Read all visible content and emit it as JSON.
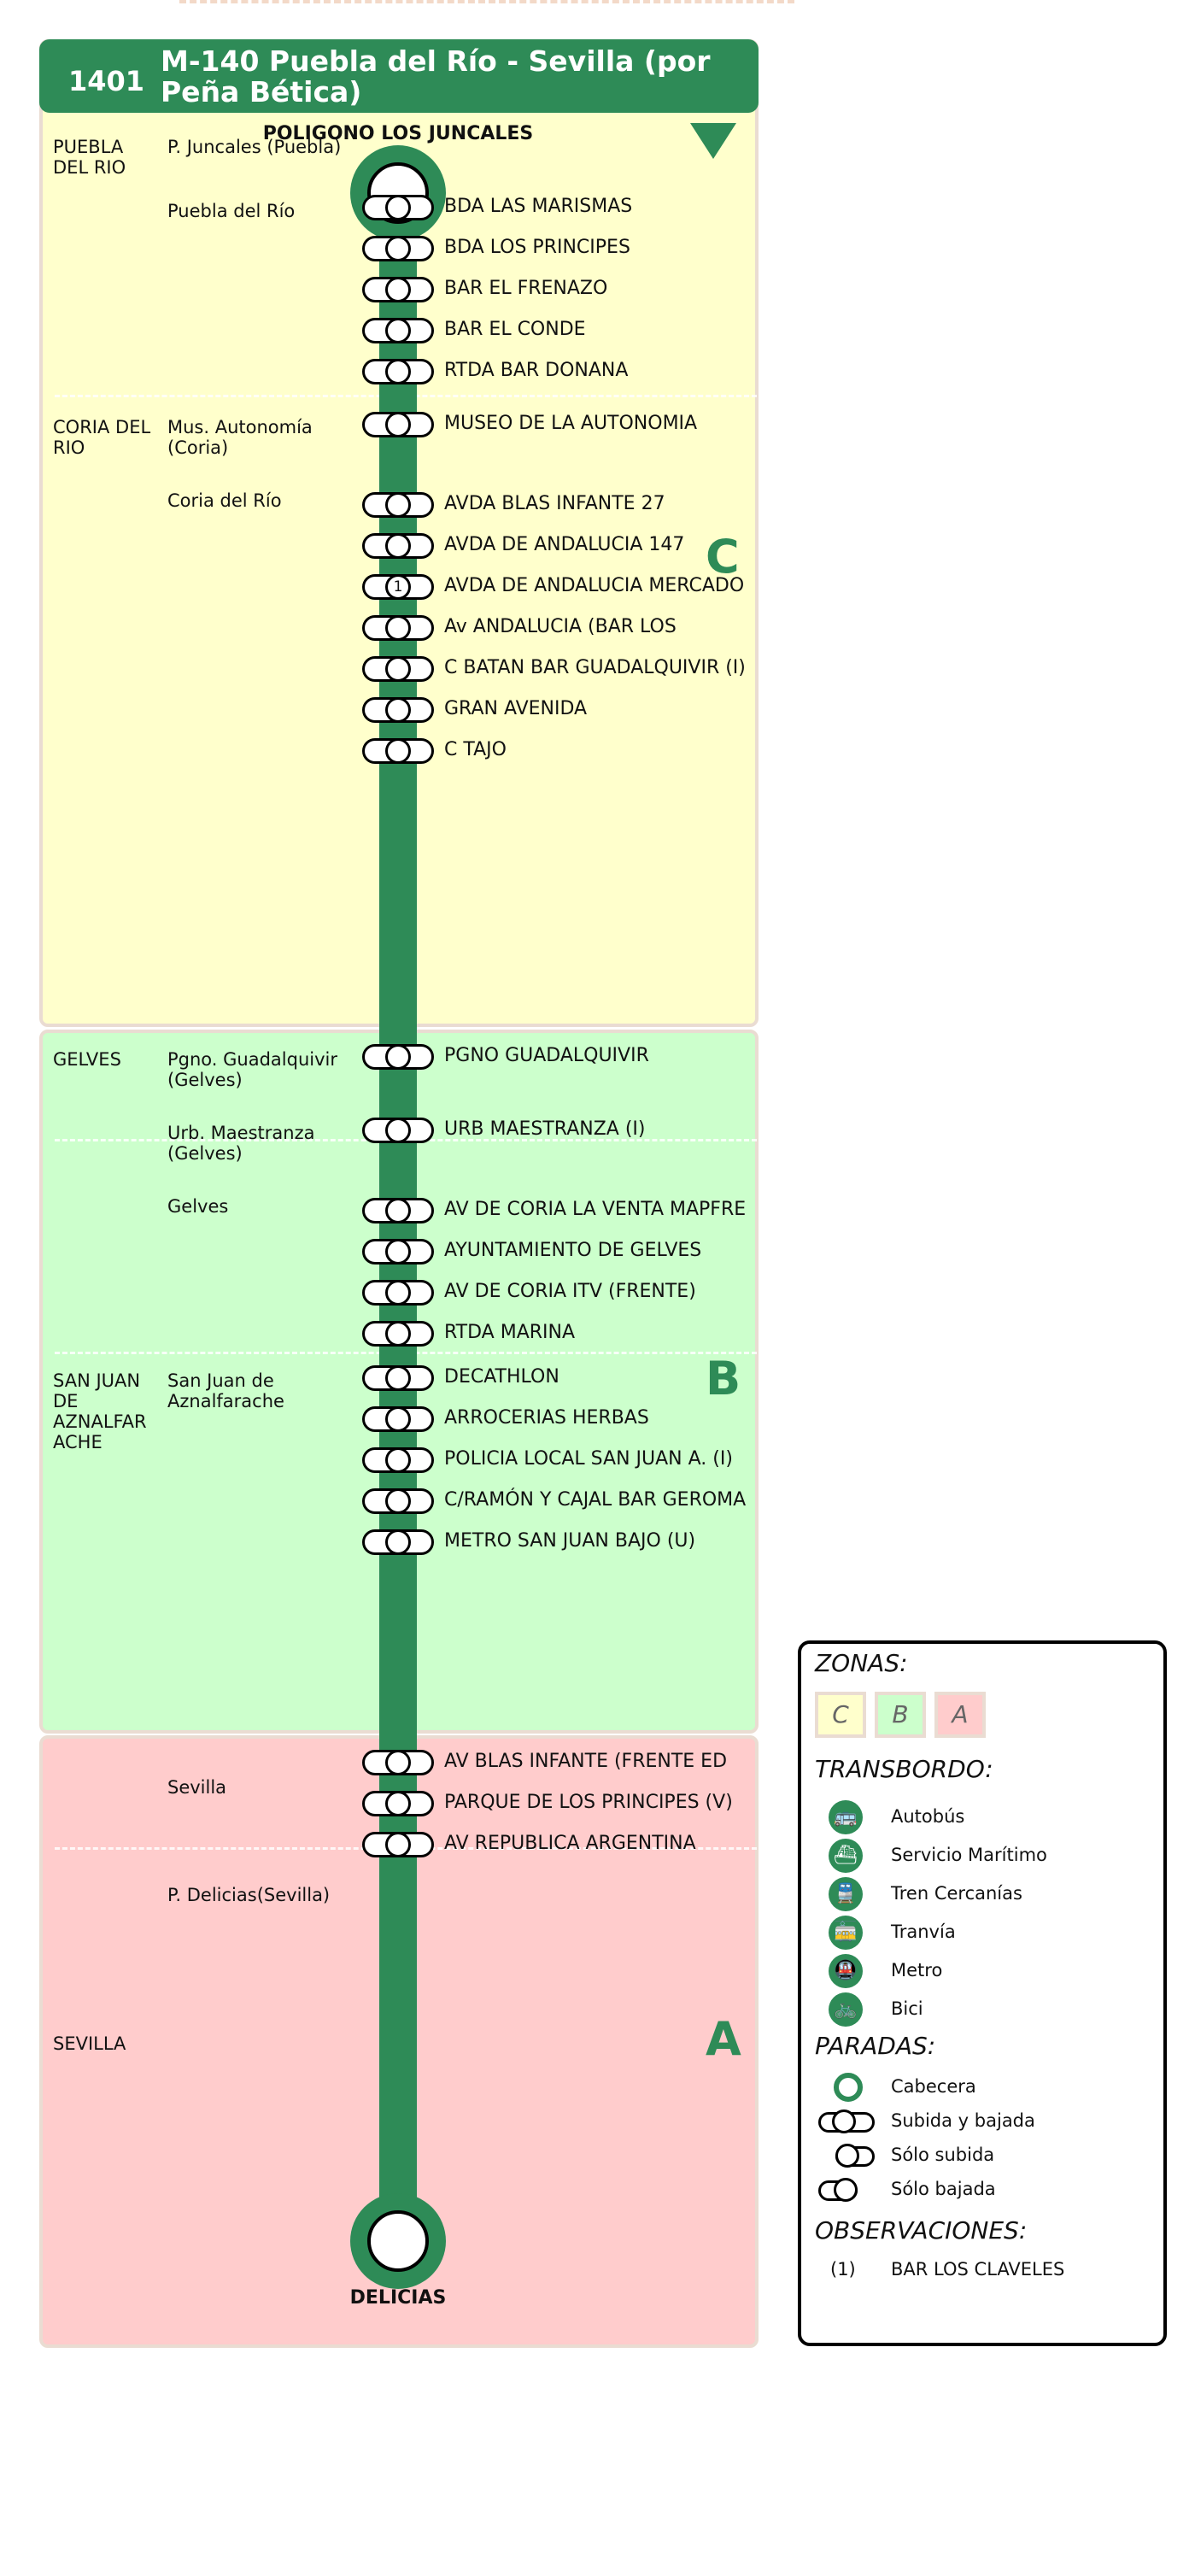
{
  "route": {
    "code": "1401",
    "title": "M-140  Puebla del Río - Sevilla (por Peña Bética)"
  },
  "terminals": {
    "origin": "POLIGONO LOS JUNCALES",
    "destination": "DELICIAS"
  },
  "zones": [
    {
      "letter": "C",
      "color": "#ffffcc"
    },
    {
      "letter": "B",
      "color": "#ccffcc"
    },
    {
      "letter": "A",
      "color": "#ffcccc"
    }
  ],
  "municipalities": [
    {
      "name": "PUEBLA DEL RIO"
    },
    {
      "name": "CORIA DEL RIO"
    },
    {
      "name": "GELVES"
    },
    {
      "name": "SAN JUAN DE AZNALFAR ACHE"
    },
    {
      "name": "SEVILLA"
    }
  ],
  "nucleos": [
    {
      "name": "P. Juncales (Puebla)"
    },
    {
      "name": "Puebla del Río"
    },
    {
      "name": "Mus. Autonomía (Coria)"
    },
    {
      "name": "Coria del Río"
    },
    {
      "name": "Pgno. Guadalquivir (Gelves)"
    },
    {
      "name": "Urb. Maestranza (Gelves)"
    },
    {
      "name": "Gelves"
    },
    {
      "name": "San Juan de Aznalfarache"
    },
    {
      "name": "Sevilla"
    },
    {
      "name": "P. Delicias(Sevilla)"
    }
  ],
  "stops": [
    {
      "name": "BDA LAS MARISMAS",
      "note": ""
    },
    {
      "name": "BDA LOS PRINCIPES",
      "note": ""
    },
    {
      "name": "BAR EL FRENAZO",
      "note": ""
    },
    {
      "name": "BAR EL CONDE",
      "note": ""
    },
    {
      "name": "RTDA BAR DONANA",
      "note": ""
    },
    {
      "name": "MUSEO DE LA AUTONOMIA",
      "note": ""
    },
    {
      "name": "AVDA BLAS INFANTE 27",
      "note": ""
    },
    {
      "name": "AVDA DE ANDALUCIA 147",
      "note": ""
    },
    {
      "name": "AVDA DE ANDALUCIA MERCADO",
      "note": "1"
    },
    {
      "name": "Av ANDALUCIA (BAR LOS",
      "note": ""
    },
    {
      "name": "C BATAN BAR GUADALQUIVIR (I)",
      "note": ""
    },
    {
      "name": "GRAN AVENIDA",
      "note": ""
    },
    {
      "name": "C TAJO",
      "note": ""
    },
    {
      "name": "PGNO GUADALQUIVIR",
      "note": ""
    },
    {
      "name": "URB MAESTRANZA (I)",
      "note": ""
    },
    {
      "name": "AV DE CORIA LA VENTA MAPFRE",
      "note": ""
    },
    {
      "name": "AYUNTAMIENTO DE GELVES",
      "note": ""
    },
    {
      "name": "AV DE CORIA ITV (FRENTE)",
      "note": ""
    },
    {
      "name": "RTDA MARINA",
      "note": ""
    },
    {
      "name": "DECATHLON",
      "note": ""
    },
    {
      "name": "ARROCERIAS HERBAS",
      "note": ""
    },
    {
      "name": "POLICIA LOCAL SAN JUAN A. (I)",
      "note": ""
    },
    {
      "name": "C/RAMÓN Y CAJAL BAR GEROMA",
      "note": ""
    },
    {
      "name": "METRO SAN JUAN BAJO (U)",
      "note": ""
    },
    {
      "name": "AV BLAS INFANTE (FRENTE ED",
      "note": ""
    },
    {
      "name": "PARQUE DE LOS PRINCIPES (V)",
      "note": ""
    },
    {
      "name": "AV REPUBLICA ARGENTINA",
      "note": ""
    }
  ],
  "legend": {
    "zonas_title": "ZONAS:",
    "zone_letters": [
      "C",
      "B",
      "A"
    ],
    "transbordo_title": "TRANSBORDO:",
    "transbordo": [
      {
        "label": "Autobús",
        "icon": "bus-icon"
      },
      {
        "label": "Servicio Marítimo",
        "icon": "ferry-icon"
      },
      {
        "label": "Tren Cercanías",
        "icon": "train-icon"
      },
      {
        "label": "Tranvía",
        "icon": "tram-icon"
      },
      {
        "label": "Metro",
        "icon": "metro-icon"
      },
      {
        "label": "Bici",
        "icon": "bicycle-icon"
      }
    ],
    "paradas_title": "PARADAS:",
    "paradas": [
      {
        "label": "Cabecera"
      },
      {
        "label": "Subida y bajada"
      },
      {
        "label": "Sólo subida"
      },
      {
        "label": "Sólo bajada"
      }
    ],
    "observaciones_title": "OBSERVACIONES:",
    "observaciones": [
      {
        "ref": "(1)",
        "text": "BAR LOS CLAVELES"
      }
    ]
  },
  "colors": {
    "line": "#2e8b57",
    "zone_c": "#ffffcc",
    "zone_b": "#ccffcc",
    "zone_a": "#ffcccc"
  }
}
